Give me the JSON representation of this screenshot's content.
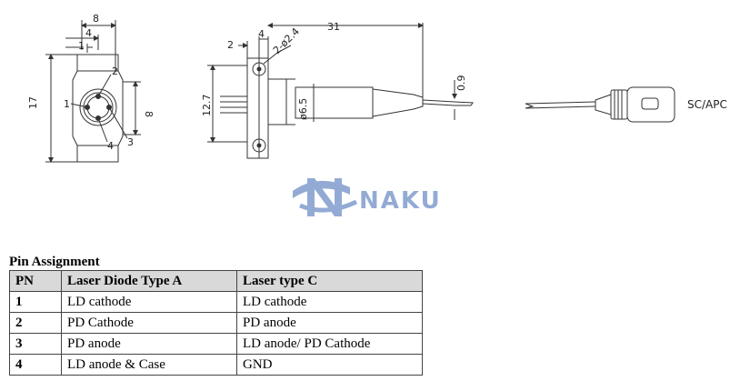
{
  "dimensions": {
    "front_width": "8",
    "front_offset": "4",
    "front_pin_gap": "1",
    "front_height": "17",
    "front_body": "8",
    "side_flange": "2",
    "side_tab": "4",
    "hole_callout": "2-ø2.4",
    "total_length": "31",
    "side_height": "12.7",
    "body_dia": "ø6.5",
    "fiber_dia": "0.9"
  },
  "pin_labels": [
    "1",
    "2",
    "3",
    "4"
  ],
  "connector_label": "SC/APC",
  "logo_text": "NAKU",
  "pin_table": {
    "title": "Pin Assignment",
    "headers": [
      "PN",
      "Laser Diode Type A",
      "Laser type C"
    ],
    "rows": [
      {
        "pn": "1",
        "type_a": "LD cathode",
        "type_c": "LD cathode"
      },
      {
        "pn": "2",
        "type_a": "PD Cathode",
        "type_c": "PD anode"
      },
      {
        "pn": "3",
        "type_a": "PD anode",
        "type_c": "LD anode/ PD Cathode"
      },
      {
        "pn": "4",
        "type_a": "LD anode & Case",
        "type_c": "GND"
      }
    ]
  },
  "colors": {
    "logo": "#6f8fc6",
    "line": "#333333",
    "table_header": "#d9d9d9"
  }
}
